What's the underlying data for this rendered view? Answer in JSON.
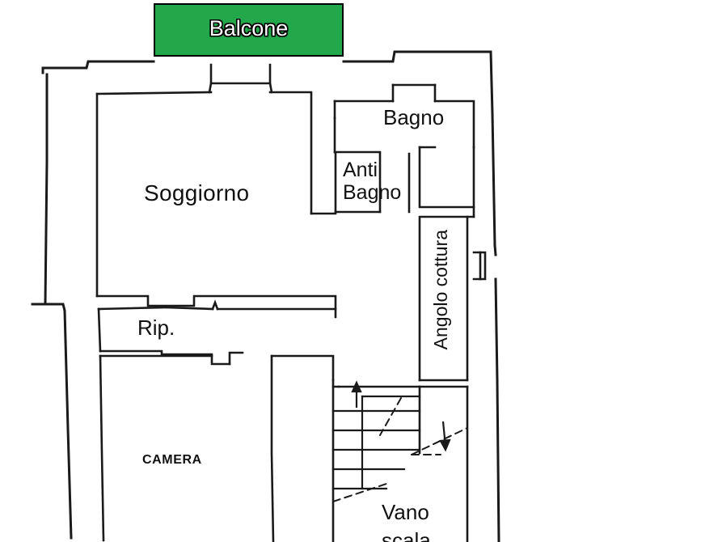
{
  "plan": {
    "type": "floor-plan",
    "language": "it",
    "background_color": "#ffffff",
    "wall_color": "#1a1a1a",
    "balcony_fill_color": "#22a84a",
    "balcony_border_color": "#000000",
    "balcony_text_color": "#ffffff"
  },
  "balcony": {
    "label": "Balcone"
  },
  "rooms": {
    "soggiorno": {
      "label": "Soggiorno"
    },
    "bagno": {
      "label": "Bagno"
    },
    "anti_bagno": {
      "line1": "Anti",
      "line2": "Bagno"
    },
    "angolo_cottura": {
      "label": "Angolo cottura"
    },
    "ripostiglio": {
      "label": "Rip."
    },
    "camera": {
      "label": "CAMERA"
    },
    "vano_scala": {
      "line1": "Vano",
      "line2": "scala"
    }
  },
  "stairs": {
    "direction_up_label": "↑",
    "step_count": 5,
    "has_up_arrow": true,
    "has_down_arrow": true
  }
}
